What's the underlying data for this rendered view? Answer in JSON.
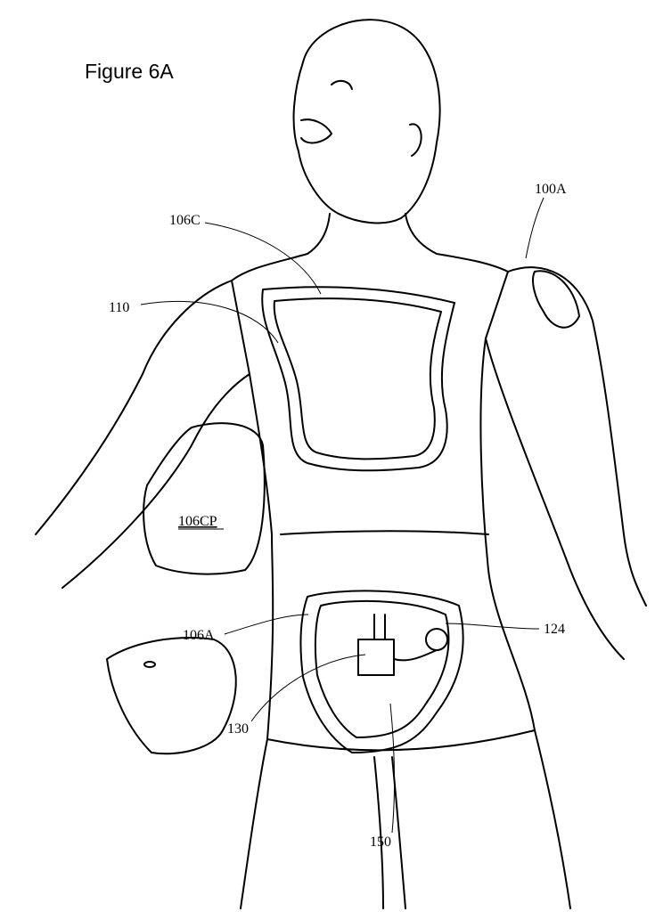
{
  "figure_title": "Figure 6A",
  "labels": {
    "manikin": "100A",
    "chest_cover": "106C",
    "chest_window": "110",
    "chest_plate": "106CP",
    "abdomen_cover": "106A",
    "connector": "124",
    "module": "130",
    "tubing": "150"
  }
}
